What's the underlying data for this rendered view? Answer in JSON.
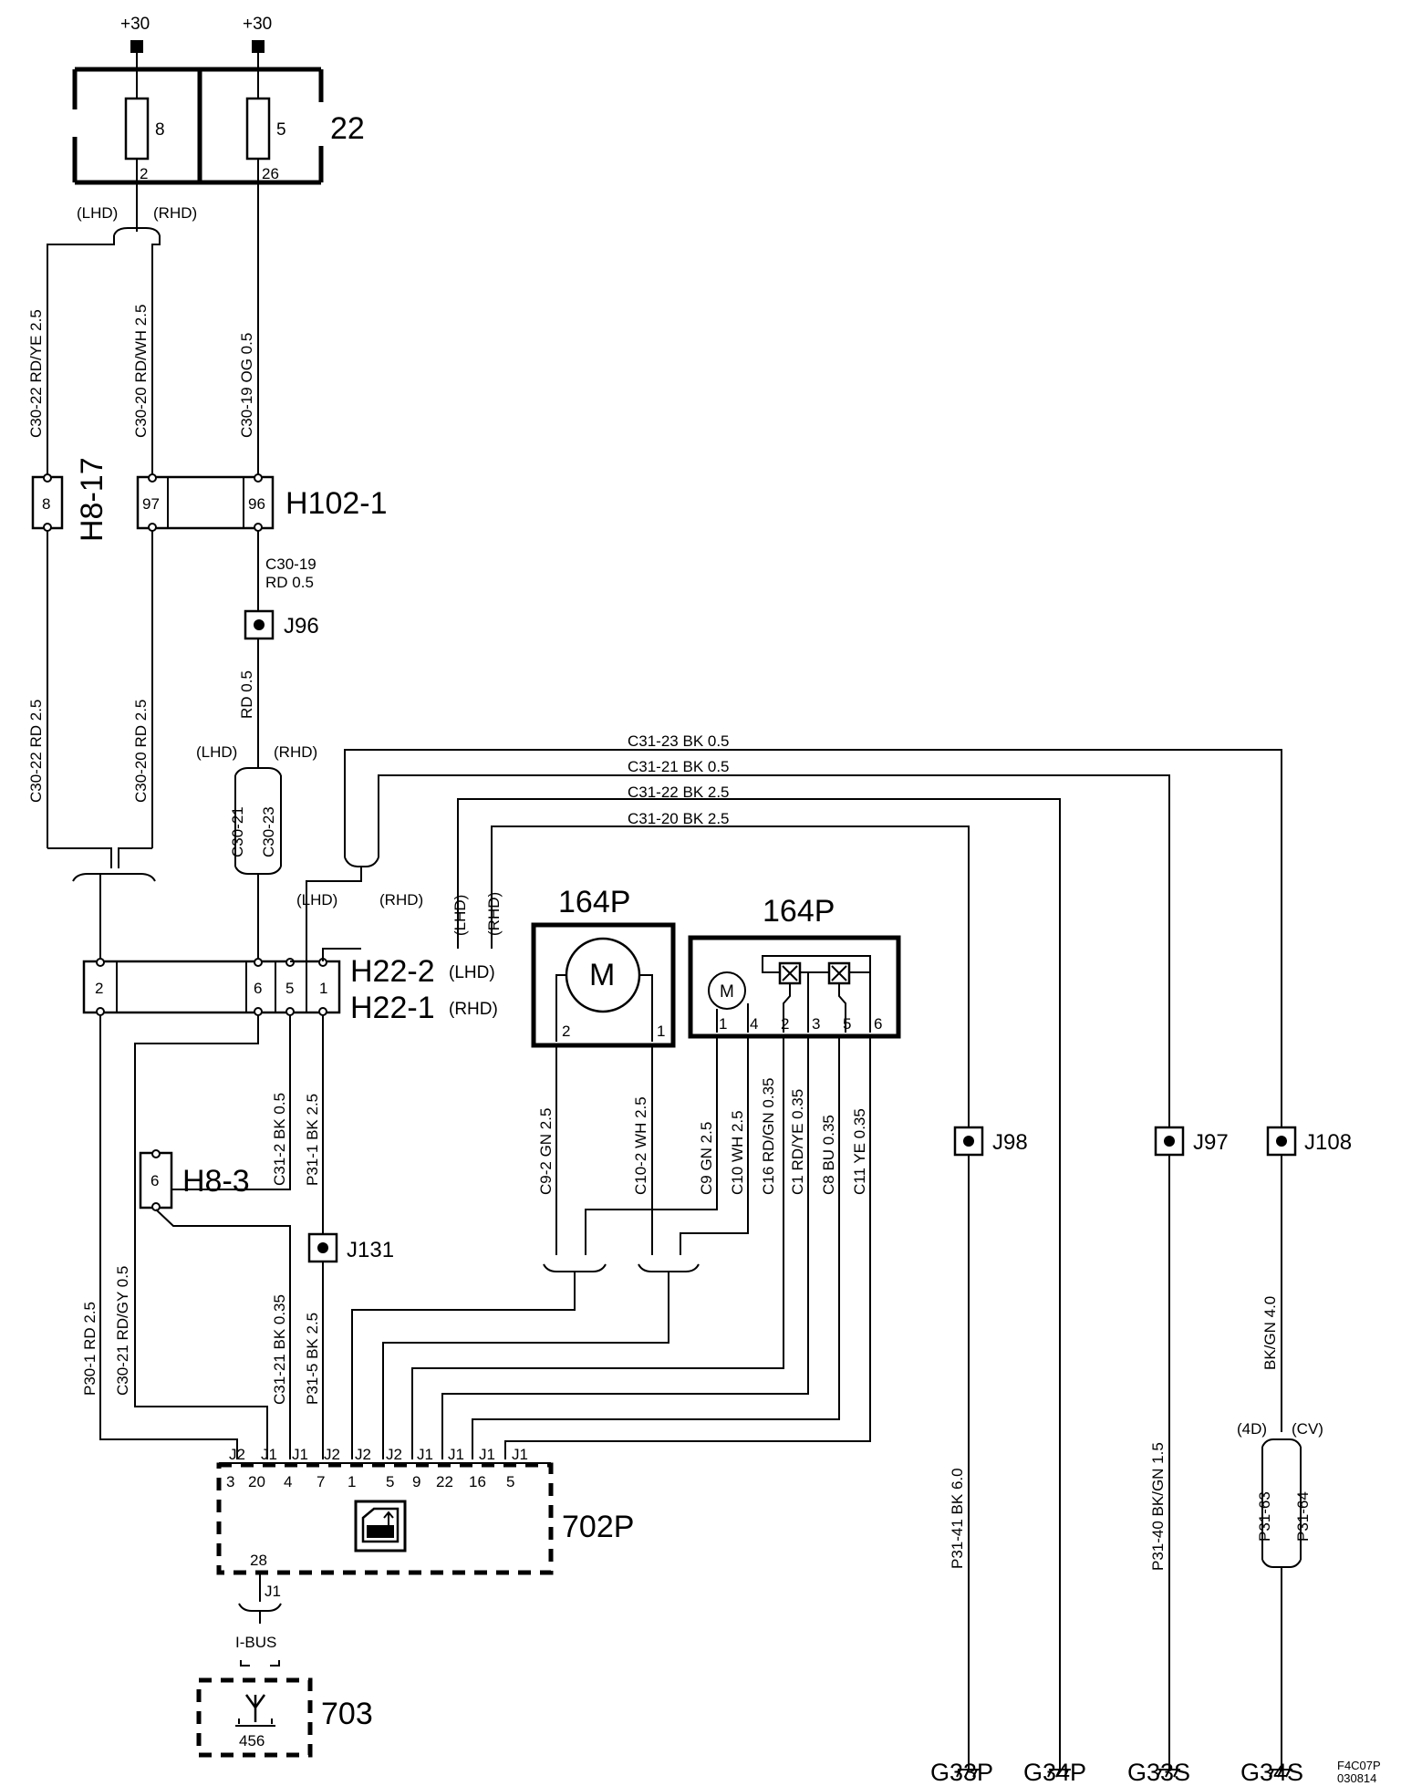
{
  "supply": {
    "left": "+30",
    "right": "+30"
  },
  "fuse_box": {
    "label": "22",
    "fuse_a": "8",
    "fuse_a_pin": "2",
    "fuse_b": "5",
    "fuse_b_pin": "26"
  },
  "variants": {
    "lhd": "(LHD)",
    "rhd": "(RHD)",
    "d4": "(4D)",
    "cv": "(CV)"
  },
  "wires": {
    "c30_22_up": "C30-22  RD/YE  2.5",
    "c30_20_up": "C30-20  RD/WH  2.5",
    "c30_19_up": "C30-19  OG  0.5",
    "c30_22_lo": "C30-22  RD  2.5",
    "c30_20_lo": "C30-20  RD  2.5",
    "c30_19_a": "C30-19",
    "c30_19_b": "RD   0.5",
    "rd05": "RD  0.5",
    "c30_21": "C30-21",
    "c30_23": "C30-23",
    "c31_23": "C31-23  BK   0.5",
    "c31_21": "C31-21  BK   0.5",
    "c31_22": "C31-22  BK   2.5",
    "c31_20": "C31-20  BK   2.5",
    "c31_2": "C31-2  BK  0.5",
    "p31_1": "P31-1  BK  2.5",
    "c31_21b": "C31-21  BK  0.35",
    "p31_5": "P31-5  BK  2.5",
    "p30_1": "P30-1  RD  2.5",
    "c30_21b": "C30-21  RD/GY  0.5",
    "c9_2": "C9-2  GN  2.5",
    "c10_2": "C10-2  WH  2.5",
    "c9": "C9  GN  2.5",
    "c10": "C10  WH  2.5",
    "c16": "C16  RD/GN 0.35",
    "c1": "C1  RD/YE  0.35",
    "c8": "C8  BU  0.35",
    "c11": "C11  YE  0.35",
    "p31_41": "P31-41  BK  6.0",
    "p31_40": "P31-40  BK/GN  1.5",
    "bkgn": "BK/GN  4.0",
    "p31_63": "P31-63",
    "p31_64": "P31-64",
    "ibus": "I-BUS"
  },
  "connectors": {
    "h8_17": "H8-17",
    "h8_17_pin": "8",
    "h102_1": "H102-1",
    "h102_pin_a": "97",
    "h102_pin_b": "96",
    "h22_2": "H22-2",
    "h22_1": "H22-1",
    "h22_pin_a": "2",
    "h22_pin_b": "6",
    "h22_pin_c": "5",
    "h22_pin_d": "1",
    "h8_3": "H8-3",
    "h8_3_pin": "6"
  },
  "junctions": {
    "j96": "J96",
    "j131": "J131",
    "j98": "J98",
    "j97": "J97",
    "j108": "J108"
  },
  "motor_a": {
    "label": "164P",
    "m": "M",
    "pin_l": "2",
    "pin_r": "1"
  },
  "motor_b": {
    "label": "164P",
    "m": "M",
    "pins": [
      "1",
      "4",
      "2",
      "3",
      "5",
      "6"
    ]
  },
  "module": {
    "label": "702P",
    "j_labels": [
      "J2",
      "J1",
      "J1",
      "J2",
      "J2",
      "J2",
      "J1",
      "J1",
      "J1",
      "J1"
    ],
    "pins": [
      "3",
      "20",
      "4",
      "7",
      "1",
      "5",
      "9",
      "22",
      "16",
      "5"
    ],
    "bus_pin": "28",
    "bus_j": "J1"
  },
  "module_703": {
    "label": "703",
    "pin": "456"
  },
  "grounds": {
    "g33p": "G33P",
    "g34p": "G34P",
    "g33s": "G33S",
    "g34s": "G34S"
  },
  "code": {
    "a": "F4C07P",
    "b": "030814"
  }
}
